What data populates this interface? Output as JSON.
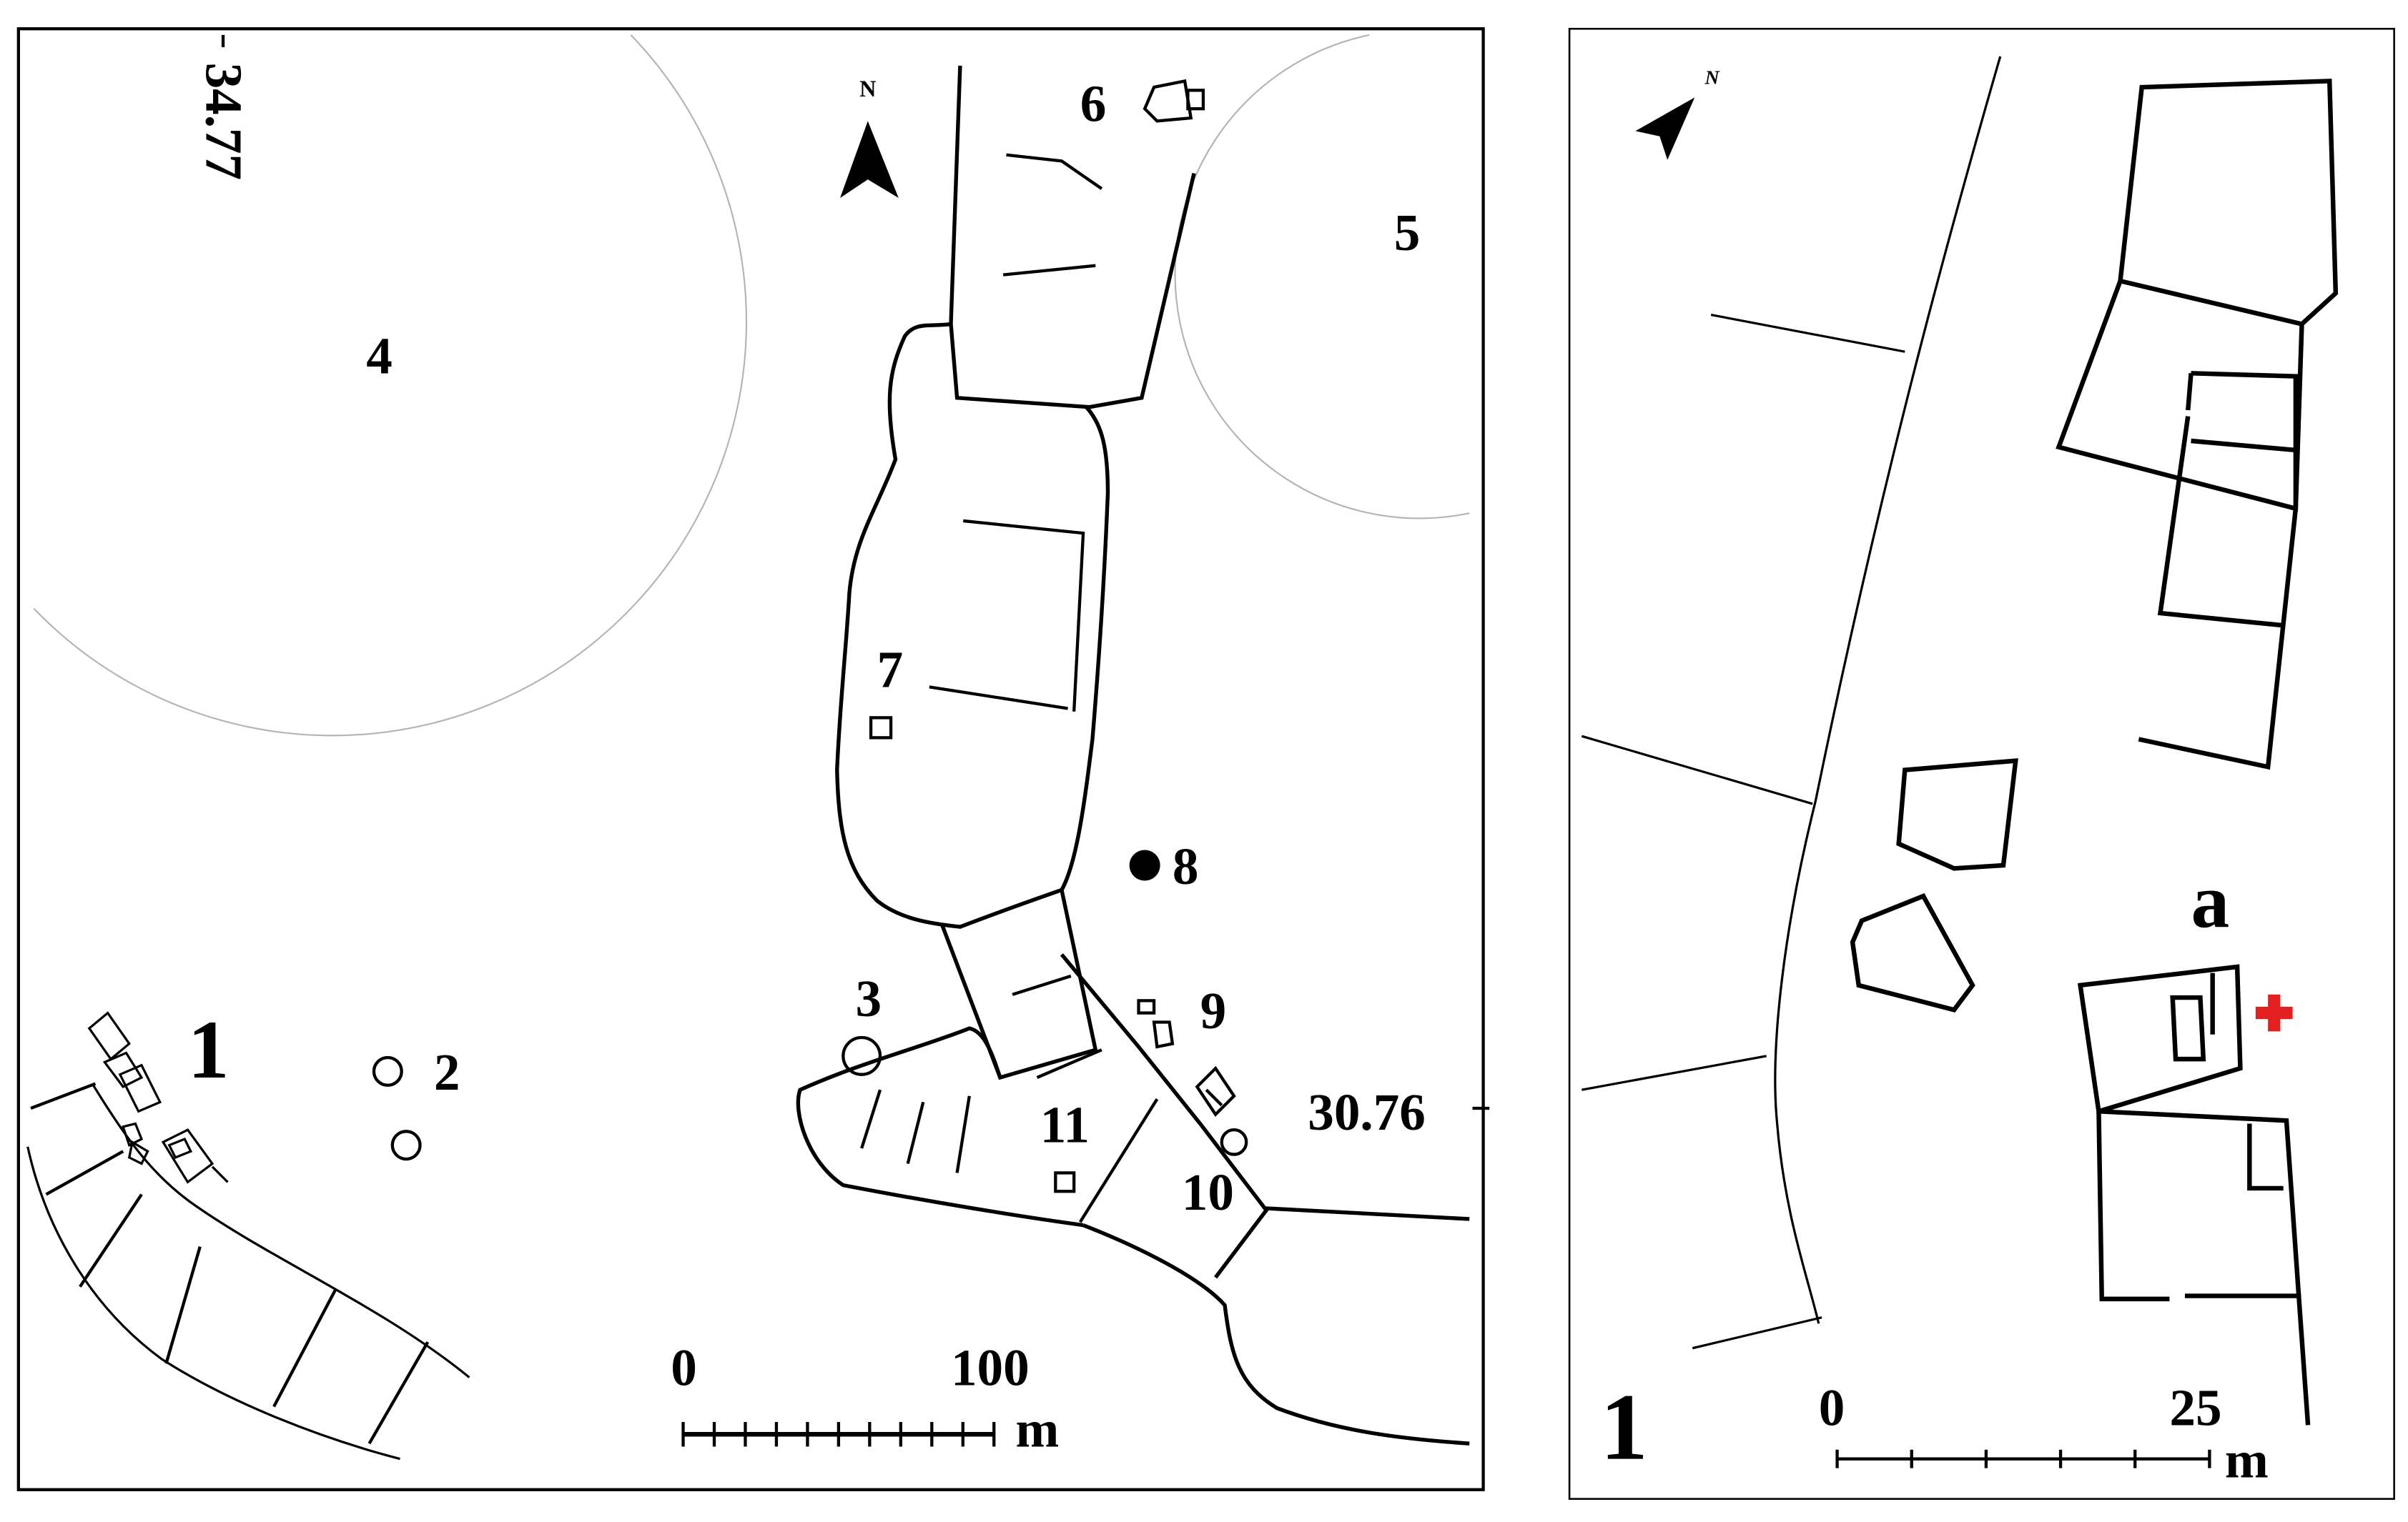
{
  "left_panel": {
    "north_label": "N",
    "coord_top": "34.77",
    "coord_right": "30.76",
    "site_labels": [
      "1",
      "2",
      "3",
      "4",
      "5",
      "6",
      "7",
      "8",
      "9",
      "10",
      "11"
    ],
    "scale": {
      "start": "0",
      "end": "100",
      "unit": "m"
    }
  },
  "right_panel": {
    "north_label": "N",
    "label_a": "a",
    "panel_number": "1",
    "scale": {
      "start": "0",
      "end": "25",
      "unit": "m"
    }
  },
  "colors": {
    "ink": "#000000",
    "circle": "#b4b4b4",
    "marker": "#e41f1f"
  },
  "icons": [
    "north-arrow-icon",
    "red-cross-marker-icon"
  ]
}
